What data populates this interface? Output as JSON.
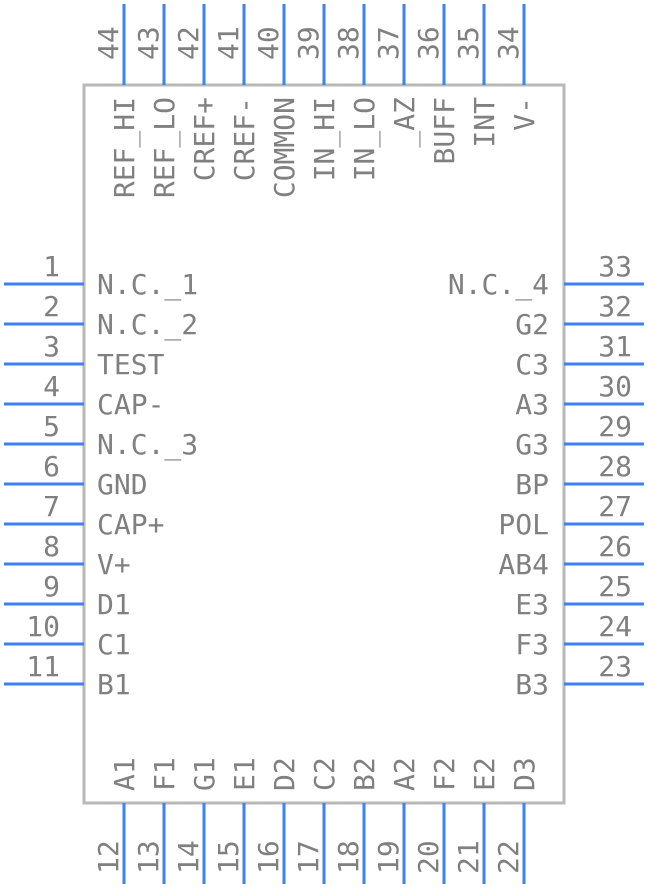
{
  "pins_left": [
    {
      "num": "1",
      "label": "N.C._1"
    },
    {
      "num": "2",
      "label": "N.C._2"
    },
    {
      "num": "3",
      "label": "TEST"
    },
    {
      "num": "4",
      "label": "CAP-"
    },
    {
      "num": "5",
      "label": "N.C._3"
    },
    {
      "num": "6",
      "label": "GND"
    },
    {
      "num": "7",
      "label": "CAP+"
    },
    {
      "num": "8",
      "label": "V+"
    },
    {
      "num": "9",
      "label": "D1"
    },
    {
      "num": "10",
      "label": "C1"
    },
    {
      "num": "11",
      "label": "B1"
    }
  ],
  "pins_bottom": [
    {
      "num": "12",
      "label": "A1"
    },
    {
      "num": "13",
      "label": "F1"
    },
    {
      "num": "14",
      "label": "G1"
    },
    {
      "num": "15",
      "label": "E1"
    },
    {
      "num": "16",
      "label": "D2"
    },
    {
      "num": "17",
      "label": "C2"
    },
    {
      "num": "18",
      "label": "B2"
    },
    {
      "num": "19",
      "label": "A2"
    },
    {
      "num": "20",
      "label": "F2"
    },
    {
      "num": "21",
      "label": "E2"
    },
    {
      "num": "22",
      "label": "D3"
    }
  ],
  "pins_right": [
    {
      "num": "23",
      "label": "B3"
    },
    {
      "num": "24",
      "label": "F3"
    },
    {
      "num": "25",
      "label": "E3"
    },
    {
      "num": "26",
      "label": "AB4"
    },
    {
      "num": "27",
      "label": "POL"
    },
    {
      "num": "28",
      "label": "BP"
    },
    {
      "num": "29",
      "label": "G3"
    },
    {
      "num": "30",
      "label": "A3"
    },
    {
      "num": "31",
      "label": "C3"
    },
    {
      "num": "32",
      "label": "G2"
    },
    {
      "num": "33",
      "label": "N.C._4"
    }
  ],
  "pins_top": [
    {
      "num": "34",
      "label": "V-"
    },
    {
      "num": "35",
      "label": "INT"
    },
    {
      "num": "36",
      "label": "BUFF"
    },
    {
      "num": "37",
      "label": "_AZ"
    },
    {
      "num": "38",
      "label": "IN_LO"
    },
    {
      "num": "39",
      "label": "IN_HI"
    },
    {
      "num": "40",
      "label": "COMMON"
    },
    {
      "num": "41",
      "label": "CREF-"
    },
    {
      "num": "42",
      "label": "CREF+"
    },
    {
      "num": "43",
      "label": "REF_LO"
    },
    {
      "num": "44",
      "label": "REF_HI"
    }
  ],
  "colors": {
    "pin": "#3b82f6",
    "body": "#b8b8b8",
    "text": "#808080"
  }
}
